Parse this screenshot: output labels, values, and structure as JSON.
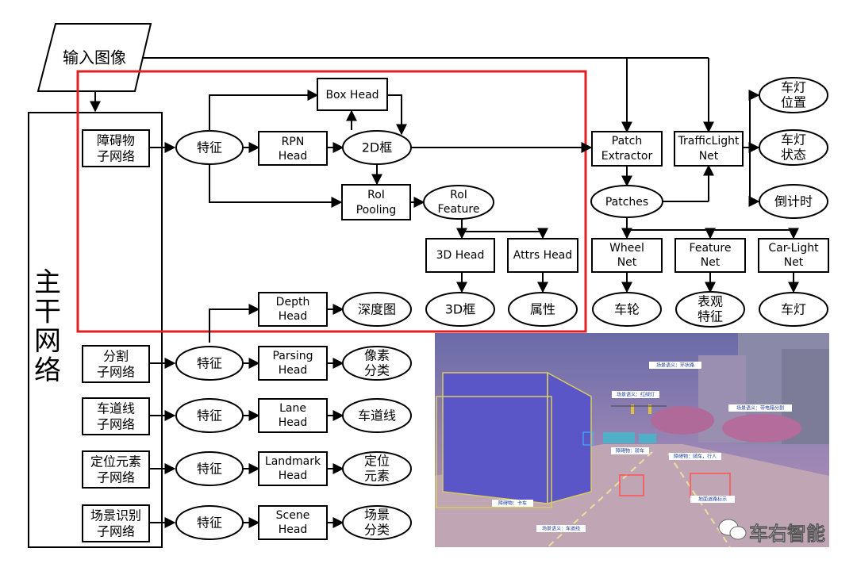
{
  "nodes": {
    "input": "输入图像",
    "backbone_chars": [
      "主",
      "干",
      "网",
      "络"
    ],
    "obstacle_subnet": [
      "障碍物",
      "子网络"
    ],
    "feature": "特征",
    "box_head": "Box Head",
    "rpn_head": [
      "RPN",
      "Head"
    ],
    "box2d": "2D框",
    "roi_pooling": [
      "RoI",
      "Pooling"
    ],
    "roi_feature": [
      "RoI",
      "Feature"
    ],
    "head3d": "3D Head",
    "attrs_head": "Attrs Head",
    "box3d": "3D框",
    "attributes": "属性",
    "depth_head": [
      "Depth",
      "Head"
    ],
    "depth_map": "深度图",
    "seg_subnet": [
      "分割",
      "子网络"
    ],
    "parsing_head": [
      "Parsing",
      "Head"
    ],
    "pixel_class": [
      "像素",
      "分类"
    ],
    "lane_subnet": [
      "车道线",
      "子网络"
    ],
    "lane_head": [
      "Lane",
      "Head"
    ],
    "lane_output": "车道线",
    "loc_subnet": [
      "定位元素",
      "子网络"
    ],
    "landmark_head": [
      "Landmark",
      "Head"
    ],
    "loc_element": [
      "定位",
      "元素"
    ],
    "scene_subnet": [
      "场景识别",
      "子网络"
    ],
    "scene_head": [
      "Scene",
      "Head"
    ],
    "scene_class": [
      "场景",
      "分类"
    ],
    "patch_extractor": [
      "Patch",
      "Extractor"
    ],
    "traffic_light_net": [
      "TrafficLight",
      "Net"
    ],
    "patches": "Patches",
    "light_position": [
      "车灯",
      "位置"
    ],
    "light_state": [
      "车灯",
      "状态"
    ],
    "countdown": "倒计时",
    "wheel_net": [
      "Wheel",
      "Net"
    ],
    "feature_net": [
      "Feature",
      "Net"
    ],
    "car_light_net": [
      "Car-Light",
      "Net"
    ],
    "wheel": "车轮",
    "appearance_feature": [
      "表观",
      "特征"
    ],
    "car_light": "车灯"
  },
  "scene_image": {
    "tags": [
      "场景语义：环状路",
      "场景语义：红绿灯",
      "场景语义：带电箱分割",
      "障碍物：轿车",
      "障碍物：骑车，行人",
      "障碍物：卡车",
      "地面道路标示",
      "场景语义：车道线"
    ],
    "watermark": "车右智能"
  }
}
